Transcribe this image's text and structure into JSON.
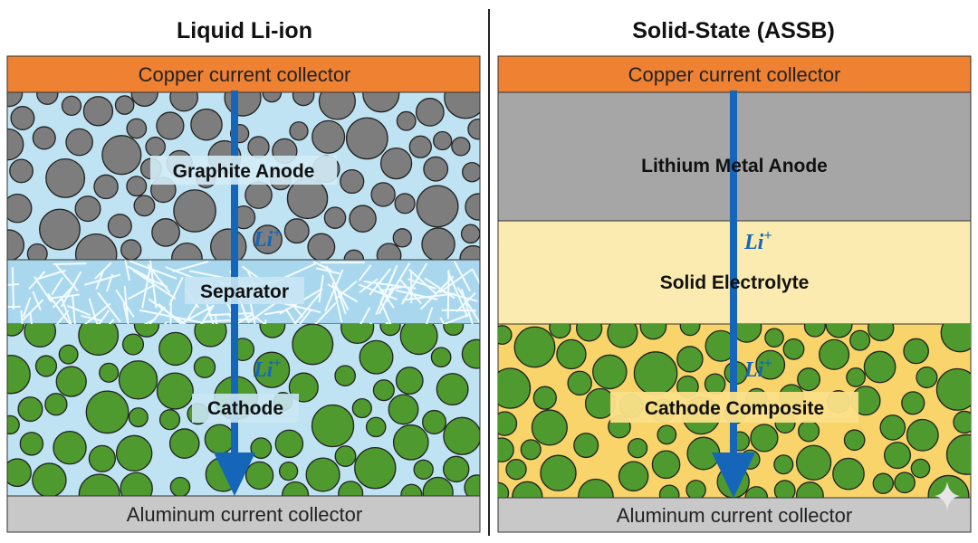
{
  "left": {
    "title": "Liquid Li-ion",
    "top_collector": "Copper current collector",
    "anode": "Graphite Anode",
    "separator": "Separator",
    "cathode": "Cathode",
    "bottom_collector": "Aluminum current collector",
    "ion_label": "Li",
    "ion_charge": "+"
  },
  "right": {
    "title": "Solid-State (ASSB)",
    "top_collector": "Copper current collector",
    "anode": "Lithium Metal Anode",
    "electrolyte": "Solid Electrolyte",
    "cathode": "Cathode Composite",
    "bottom_collector": "Aluminum current collector",
    "ion_label": "Li",
    "ion_charge": "+"
  },
  "colors": {
    "copper": "#ef8133",
    "aluminum": "#c8c8c8",
    "liquid_electrolyte": "#bfe3f2",
    "graphite": "#7d7d7d",
    "cathode_particle": "#4e9a2e",
    "lithium_metal": "#a6a6a6",
    "solid_electrolyte": "#fcebb0",
    "composite_matrix": "#f8d46a",
    "arrow": "#1565b8"
  }
}
